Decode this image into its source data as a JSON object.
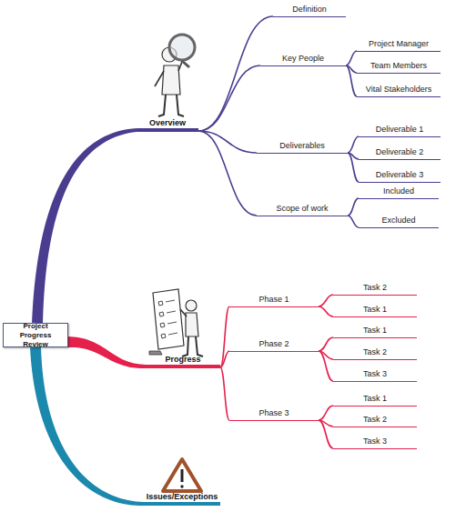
{
  "diagram": {
    "nodes": [
      {
        "text": [
          "Project Progress Review"
        ]
      },
      {
        "text": [
          "Overview"
        ]
      },
      {
        "text": [
          "Definition"
        ]
      },
      {
        "text": [
          "Key People"
        ]
      },
      {
        "text": [
          "Project Manager"
        ]
      },
      {
        "text": [
          "Team Members"
        ]
      },
      {
        "text": [
          "Vital Stakeholders"
        ]
      },
      {
        "text": [
          "Deliverables"
        ]
      },
      {
        "text": [
          "Deliverable 1"
        ]
      },
      {
        "text": [
          "Deliverable 2"
        ]
      },
      {
        "text": [
          "Deliverable 3"
        ]
      },
      {
        "text": [
          "Scope of work"
        ]
      },
      {
        "text": [
          "Included"
        ]
      },
      {
        "text": [
          "Excluded"
        ]
      },
      {
        "text": [
          "Progress"
        ]
      },
      {
        "text": [
          "Phase 1"
        ]
      },
      {
        "text": [
          "Task 2"
        ]
      },
      {
        "text": [
          "Task 1"
        ]
      },
      {
        "text": [
          "Phase 2"
        ]
      },
      {
        "text": [
          "Task 1"
        ]
      },
      {
        "text": [
          "Task 2"
        ]
      },
      {
        "text": [
          "Task 3"
        ]
      },
      {
        "text": [
          "Phase 3"
        ]
      },
      {
        "text": [
          "Task 1"
        ]
      },
      {
        "text": [
          "Task 2"
        ]
      },
      {
        "text": [
          "Task 3"
        ]
      },
      {
        "text": [
          "Issues/Exceptions"
        ]
      }
    ],
    "edges": [
      {
        "from": 0,
        "to": 1,
        "arrow": "none"
      },
      {
        "from": 1,
        "to": 2,
        "arrow": "none"
      },
      {
        "from": 1,
        "to": 3,
        "arrow": "none"
      },
      {
        "from": 3,
        "to": 4,
        "arrow": "none"
      },
      {
        "from": 3,
        "to": 5,
        "arrow": "none"
      },
      {
        "from": 3,
        "to": 6,
        "arrow": "none"
      },
      {
        "from": 1,
        "to": 7,
        "arrow": "none"
      },
      {
        "from": 7,
        "to": 8,
        "arrow": "none"
      },
      {
        "from": 7,
        "to": 9,
        "arrow": "none"
      },
      {
        "from": 7,
        "to": 10,
        "arrow": "none"
      },
      {
        "from": 1,
        "to": 11,
        "arrow": "none"
      },
      {
        "from": 11,
        "to": 12,
        "arrow": "none"
      },
      {
        "from": 11,
        "to": 13,
        "arrow": "none"
      },
      {
        "from": 0,
        "to": 14,
        "arrow": "none"
      },
      {
        "from": 14,
        "to": 15,
        "arrow": "none"
      },
      {
        "from": 15,
        "to": 16,
        "arrow": "none"
      },
      {
        "from": 15,
        "to": 17,
        "arrow": "none"
      },
      {
        "from": 14,
        "to": 18,
        "arrow": "none"
      },
      {
        "from": 18,
        "to": 19,
        "arrow": "none"
      },
      {
        "from": 18,
        "to": 20,
        "arrow": "none"
      },
      {
        "from": 18,
        "to": 21,
        "arrow": "none"
      },
      {
        "from": 14,
        "to": 22,
        "arrow": "none"
      },
      {
        "from": 22,
        "to": 23,
        "arrow": "none"
      },
      {
        "from": 22,
        "to": 24,
        "arrow": "none"
      },
      {
        "from": 22,
        "to": 25,
        "arrow": "none"
      },
      {
        "from": 0,
        "to": 26,
        "arrow": "none"
      }
    ]
  }
}
